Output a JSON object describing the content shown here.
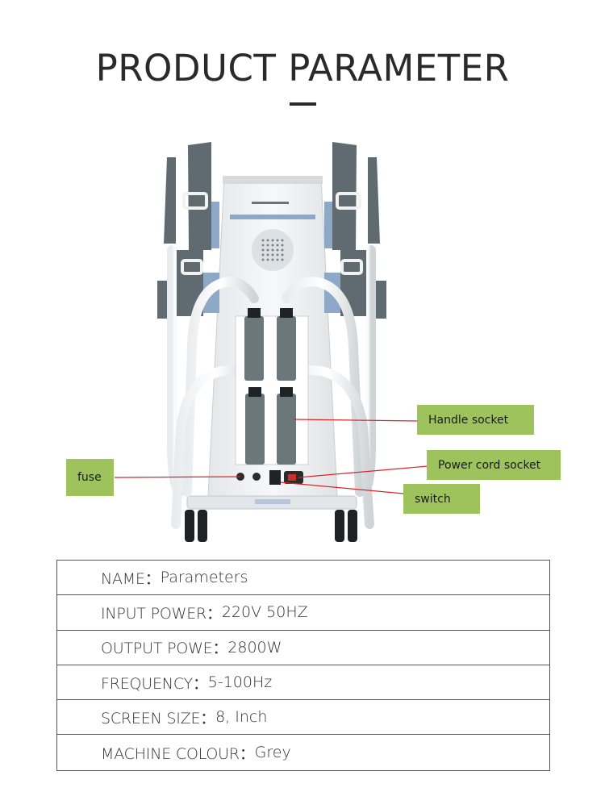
{
  "title": "PRODUCT PARAMETER",
  "callouts": {
    "handle_socket": "Handle socket",
    "power_cord_socket": "Power cord socket",
    "switch": "switch",
    "fuse": "fuse"
  },
  "colors": {
    "callout_bg": "#9fc35c",
    "line_red": "#d9262b",
    "machine_grey": "#5f6b70",
    "machine_blue": "#8ea8c8",
    "body_white": "#f1f3f4"
  },
  "parameters": [
    {
      "label": "NAME：",
      "value": "Parameters"
    },
    {
      "label": "INPUT POWER：",
      "value": "220V 50HZ"
    },
    {
      "label": "OUTPUT POWE：",
      "value": "2800W"
    },
    {
      "label": "FREQUENCY：",
      "value": "5-100Hz"
    },
    {
      "label": "SCREEN SIZE：",
      "value": "8, Inch"
    },
    {
      "label": "MACHINE COLOUR：",
      "value": "Grey"
    }
  ]
}
